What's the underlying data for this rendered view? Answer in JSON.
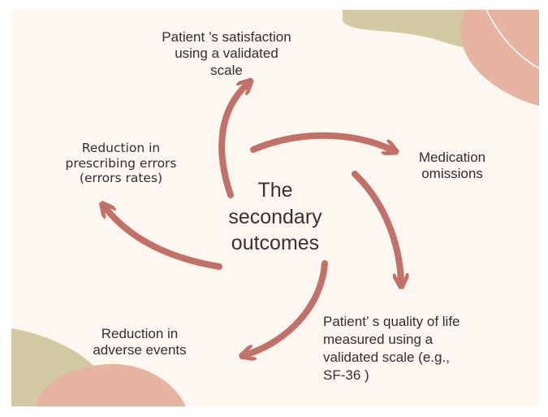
{
  "diagram": {
    "center": "The\nsecondary\noutcomes",
    "outcomes": {
      "satisfaction": "Patient ’s satisfaction\nusing a validated\nscale",
      "medication": "Medication\nomissions",
      "quality": "Patient’ s quality of life\nmeasured using a\nvalidated scale (e.g.,\nSF-36 )",
      "adverse": "Reduction in\nadverse events",
      "prescribing": "Reduction in\nprescribing errors\n(errors rates)"
    }
  },
  "colors": {
    "background": "#fcf8f1",
    "arrow": "#c27068",
    "blob_olive": "#d0c6a0",
    "blob_pink": "#e4b09c"
  }
}
